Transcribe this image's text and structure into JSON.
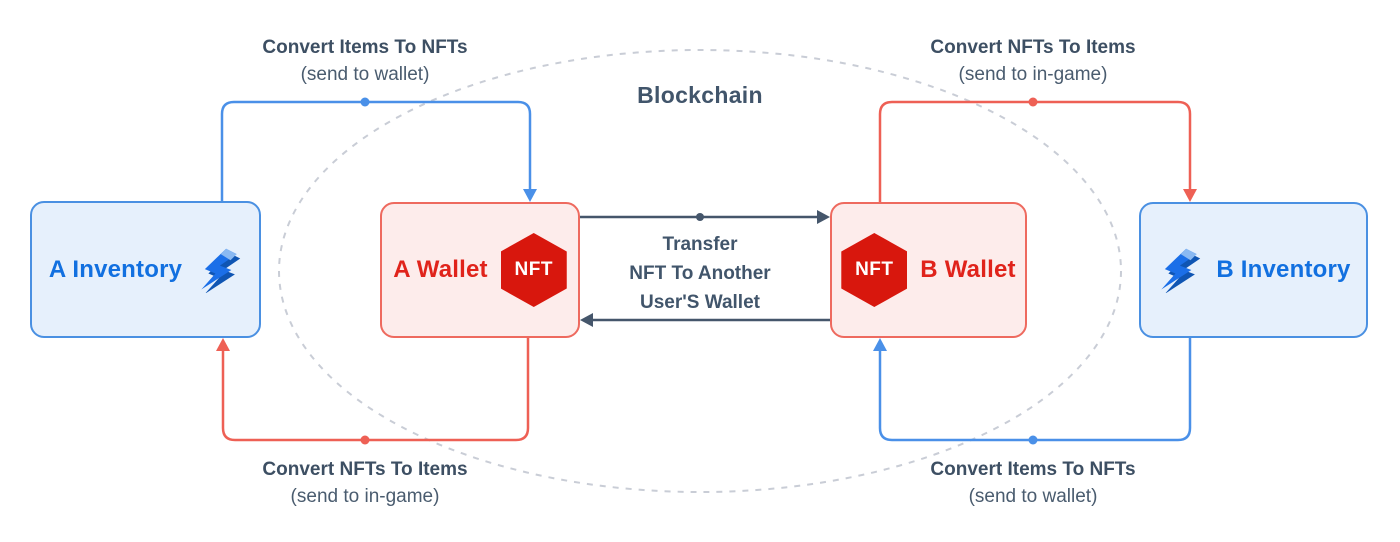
{
  "blockchain_label": "Blockchain",
  "nodes": {
    "a_inventory": {
      "label": "A Inventory",
      "icon": "lightning-bolt"
    },
    "a_wallet": {
      "label": "A Wallet",
      "badge": "NFT"
    },
    "b_wallet": {
      "label": "B Wallet",
      "badge": "NFT"
    },
    "b_inventory": {
      "label": "B Inventory",
      "icon": "lightning-bolt"
    }
  },
  "flow_labels": {
    "top_left": {
      "title": "Convert Items To NFTs",
      "subtitle": "(send to wallet)"
    },
    "top_right": {
      "title": "Convert NFTs To Items",
      "subtitle": "(send to in-game)"
    },
    "bottom_left": {
      "title": "Convert NFTs To Items",
      "subtitle": "(send to in-game)"
    },
    "bottom_right": {
      "title": "Convert Items To NFTs",
      "subtitle": "(send to wallet)"
    }
  },
  "transfer": {
    "lines": [
      "Transfer",
      "NFT To Another",
      "User'S Wallet"
    ]
  },
  "colors": {
    "blue_line": "#4a90e8",
    "blue_text": "#1270e0",
    "blue_box_fill": "#e6f0fc",
    "blue_box_border": "#4a90e2",
    "red_line": "#ee6055",
    "red_text": "#e0231b",
    "red_box_fill": "#fdeceb",
    "red_box_border": "#ee6a5f",
    "nft_badge_fill": "#d8170d",
    "dark_arrow": "#45566b",
    "label_text": "#3d4f63",
    "ellipse_dash": "#c9cdd6"
  }
}
